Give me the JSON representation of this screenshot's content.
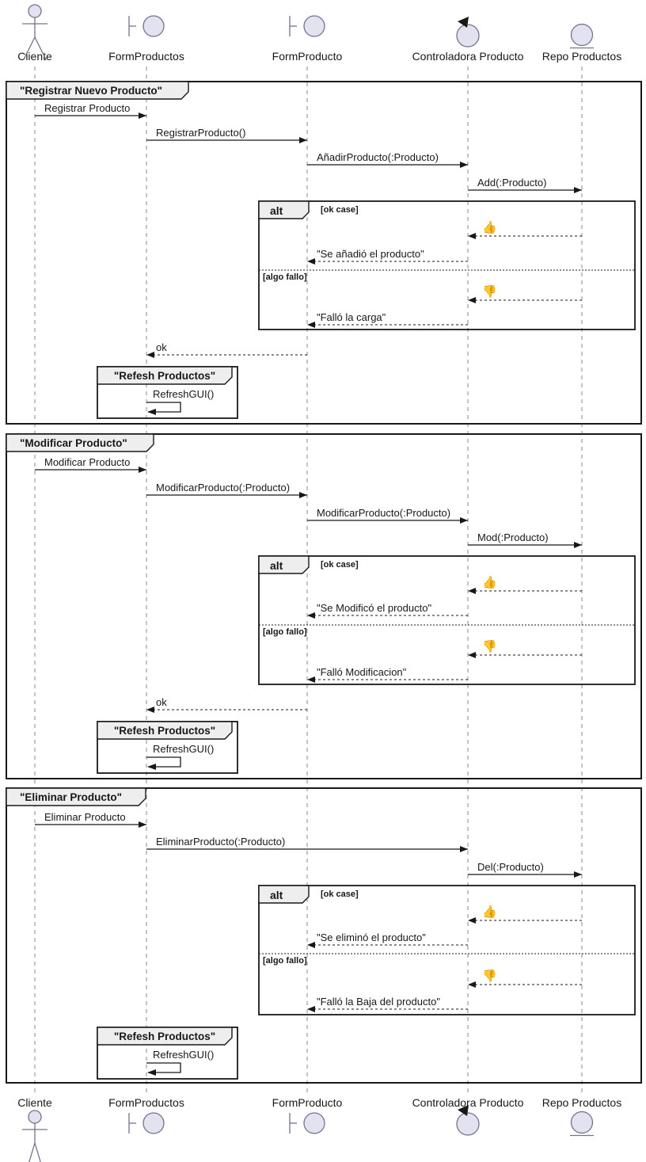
{
  "diagram_type": "uml-sequence-diagram",
  "participants": [
    {
      "label": "Cliente",
      "type": "actor"
    },
    {
      "label": "FormProductos",
      "type": "boundary"
    },
    {
      "label": "FormProducto",
      "type": "boundary"
    },
    {
      "label": "Controladora Producto",
      "type": "control"
    },
    {
      "label": "Repo Productos",
      "type": "entity"
    }
  ],
  "colors": {
    "background": "#FFFFFF",
    "line": "#181818",
    "frame_title_bg": "#EEEEEE",
    "participant_fill": "#E2E2F0",
    "participant_stroke": "#73738C",
    "lifeline": "#8A8A8A"
  },
  "frames": [
    {
      "title": "\"Registrar Nuevo Producto\"",
      "messages": [
        {
          "text": "Registrar Producto",
          "from": "Cliente",
          "to": "FormProductos",
          "line": "solid"
        },
        {
          "text": "RegistrarProducto()",
          "from": "FormProductos",
          "to": "FormProducto",
          "line": "solid"
        },
        {
          "text": "AñadirProducto(:Producto)",
          "from": "FormProducto",
          "to": "Controladora Producto",
          "line": "solid"
        },
        {
          "text": "Add(:Producto)",
          "from": "Controladora Producto",
          "to": "Repo Productos",
          "line": "solid"
        }
      ],
      "alt": {
        "operator": "alt",
        "sections": [
          {
            "guard": "[ok case]",
            "messages": [
              {
                "text": "👍",
                "emoji": true,
                "from": "Repo Productos",
                "to": "Controladora Producto",
                "line": "dashed"
              },
              {
                "text": "\"Se añadió el producto\"",
                "from": "Controladora Producto",
                "to": "FormProducto",
                "line": "dashed"
              }
            ]
          },
          {
            "guard": "[algo fallo]",
            "messages": [
              {
                "text": "👎",
                "emoji": true,
                "from": "Repo Productos",
                "to": "Controladora Producto",
                "line": "dashed"
              },
              {
                "text": "\"Falló la carga\"",
                "from": "Controladora Producto",
                "to": "FormProducto",
                "line": "dashed"
              }
            ]
          }
        ]
      },
      "after": [
        {
          "text": "ok",
          "from": "FormProducto",
          "to": "FormProductos",
          "line": "dashed"
        }
      ],
      "sub_frame": {
        "title": "\"Refesh Productos\"",
        "self_message": {
          "text": "RefreshGUI()",
          "on": "FormProductos"
        }
      }
    },
    {
      "title": "\"Modificar Producto\"",
      "messages": [
        {
          "text": "Modificar Producto",
          "from": "Cliente",
          "to": "FormProductos",
          "line": "solid"
        },
        {
          "text": "ModificarProducto(:Producto)",
          "from": "FormProductos",
          "to": "FormProducto",
          "line": "solid"
        },
        {
          "text": "ModificarProducto(:Producto)",
          "from": "FormProducto",
          "to": "Controladora Producto",
          "line": "solid"
        },
        {
          "text": "Mod(:Producto)",
          "from": "Controladora Producto",
          "to": "Repo Productos",
          "line": "solid"
        }
      ],
      "alt": {
        "operator": "alt",
        "sections": [
          {
            "guard": "[ok case]",
            "messages": [
              {
                "text": "👍",
                "emoji": true,
                "from": "Repo Productos",
                "to": "Controladora Producto",
                "line": "dashed"
              },
              {
                "text": "\"Se Modificó el producto\"",
                "from": "Controladora Producto",
                "to": "FormProducto",
                "line": "dashed"
              }
            ]
          },
          {
            "guard": "[algo fallo]",
            "messages": [
              {
                "text": "👎",
                "emoji": true,
                "from": "Repo Productos",
                "to": "Controladora Producto",
                "line": "dashed"
              },
              {
                "text": "\"Falló Modificacion\"",
                "from": "Controladora Producto",
                "to": "FormProducto",
                "line": "dashed"
              }
            ]
          }
        ]
      },
      "after": [
        {
          "text": "ok",
          "from": "FormProducto",
          "to": "FormProductos",
          "line": "dashed"
        }
      ],
      "sub_frame": {
        "title": "\"Refesh Productos\"",
        "self_message": {
          "text": "RefreshGUI()",
          "on": "FormProductos"
        }
      }
    },
    {
      "title": "\"Eliminar Producto\"",
      "messages": [
        {
          "text": "Eliminar Producto",
          "from": "Cliente",
          "to": "FormProductos",
          "line": "solid"
        },
        {
          "text": "EliminarProducto(:Producto)",
          "from": "FormProductos",
          "to": "Controladora Producto",
          "line": "solid"
        },
        {
          "text": "Del(:Producto)",
          "from": "Controladora Producto",
          "to": "Repo Productos",
          "line": "solid"
        }
      ],
      "alt": {
        "operator": "alt",
        "sections": [
          {
            "guard": "[ok case]",
            "messages": [
              {
                "text": "👍",
                "emoji": true,
                "from": "Repo Productos",
                "to": "Controladora Producto",
                "line": "dashed"
              },
              {
                "text": "\"Se eliminó el producto\"",
                "from": "Controladora Producto",
                "to": "FormProducto",
                "line": "dashed"
              }
            ]
          },
          {
            "guard": "[algo fallo]",
            "messages": [
              {
                "text": "👎",
                "emoji": true,
                "from": "Repo Productos",
                "to": "Controladora Producto",
                "line": "dashed"
              },
              {
                "text": "\"Falló la Baja del producto\"",
                "from": "Controladora Producto",
                "to": "FormProducto",
                "line": "dashed"
              }
            ]
          }
        ]
      },
      "after": [],
      "sub_frame": {
        "title": "\"Refesh Productos\"",
        "self_message": {
          "text": "RefreshGUI()",
          "on": "FormProductos"
        }
      }
    }
  ]
}
